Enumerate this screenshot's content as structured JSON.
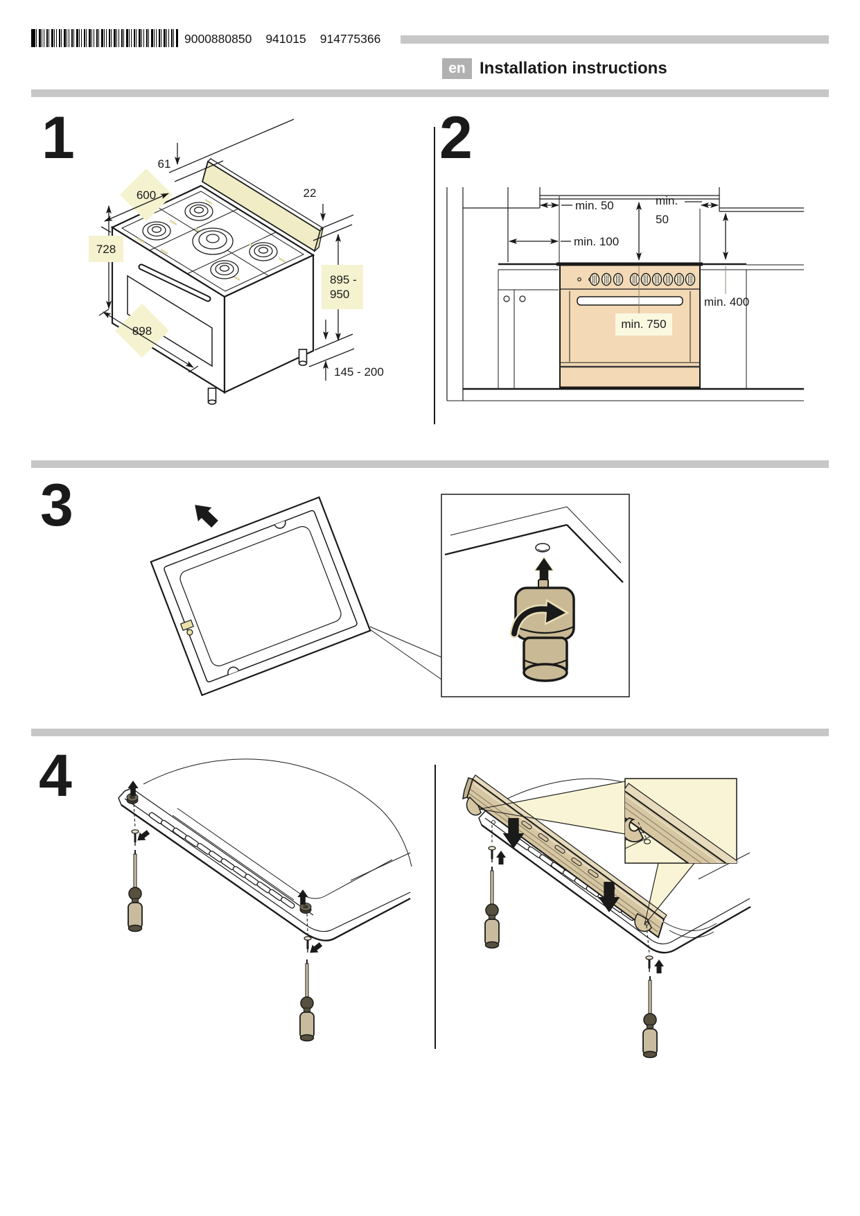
{
  "header": {
    "doc_numbers": [
      "9000880850",
      "941015",
      "914775366"
    ],
    "language_badge": "en",
    "title": "Installation instructions"
  },
  "steps": {
    "step1": {
      "number": "1",
      "dims": {
        "top_depth": "61",
        "depth": "600",
        "trim_height": "22",
        "door_height": "728",
        "total_height_line1": "895 -",
        "total_height_line2": "950",
        "width": "898",
        "leg_range": "145 - 200"
      }
    },
    "step2": {
      "number": "2",
      "clearances": {
        "left_gap": "min. 50",
        "right_gap_line1": "min.",
        "right_gap_line2": "50",
        "left_side": "min. 100",
        "right_height": "min. 400",
        "hood_height": "min. 750"
      }
    },
    "step3": {
      "number": "3"
    },
    "step4": {
      "number": "4"
    }
  },
  "colors": {
    "ink": "#1a1a1a",
    "gray_bar": "#c7c7c7",
    "badge_gray": "#b1b1b1",
    "accent_yellow": "#f5f2d0",
    "note_yellow": "#fbf8e0",
    "callout_yellow": "#f8f4d5",
    "backguard_yellow": "#f0edc6",
    "stove_tan": "#f3d9b5",
    "part_tan": "#d6c6a2",
    "foot_tan": "#c9b995",
    "handle_tan": "#c9bc9e",
    "metal_dark": "#57503e",
    "shade_line": "#8a7f66"
  }
}
